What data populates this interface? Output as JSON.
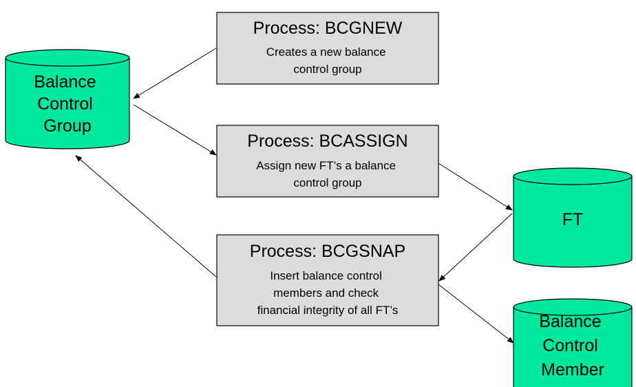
{
  "colors": {
    "database_fill": "#00E8A0",
    "process_fill": "#DCDCDC",
    "stroke": "#000000",
    "background": "#FFFFFF"
  },
  "databases": [
    {
      "id": "balance-control-group",
      "lines": [
        "Balance",
        "Control",
        "Group"
      ]
    },
    {
      "id": "ft",
      "lines": [
        "FT"
      ]
    },
    {
      "id": "balance-control-member",
      "lines": [
        "Balance",
        "Control",
        "Member"
      ]
    }
  ],
  "processes": [
    {
      "id": "bcgnew",
      "title": "Process: BCGNEW",
      "description": [
        "Creates a new balance",
        "control group"
      ]
    },
    {
      "id": "bcassign",
      "title": "Process: BCASSIGN",
      "description": [
        "Assign new FT’s a balance",
        "control group"
      ]
    },
    {
      "id": "bcgsnap",
      "title": "Process: BCGSNAP",
      "description": [
        "Insert balance control",
        "members and check",
        "financial integrity of all FT’s"
      ]
    }
  ],
  "connections": [
    {
      "from": "bcgnew",
      "to": "balance-control-group"
    },
    {
      "from": "balance-control-group",
      "to": "bcassign"
    },
    {
      "from": "bcassign",
      "to": "ft"
    },
    {
      "from": "ft",
      "to": "bcgsnap"
    },
    {
      "from": "bcgsnap",
      "to": "balance-control-member"
    },
    {
      "from": "bcgsnap",
      "to": "balance-control-group"
    }
  ]
}
